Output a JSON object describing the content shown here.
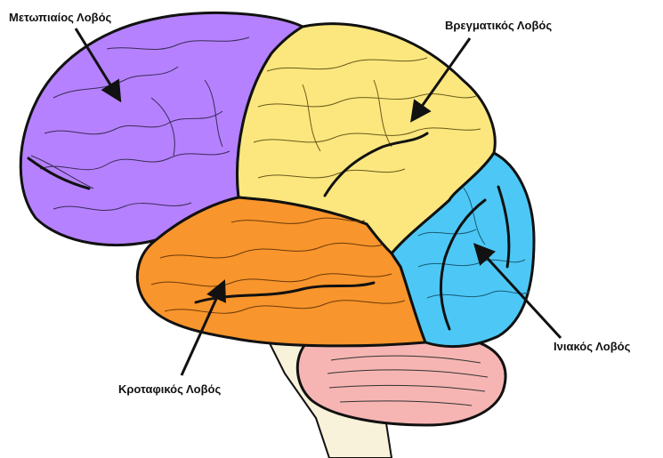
{
  "labels": {
    "frontal": "Μετωπιαίος Λοβός",
    "parietal": "Βρεγματικός Λοβός",
    "occipital": "Ινιακός Λοβός",
    "temporal": "Κροταφικός Λοβός"
  },
  "colors": {
    "frontal": "#b581ff",
    "parietal": "#fbe77e",
    "occipital": "#4dc8f6",
    "temporal": "#f8952c",
    "cerebellum": "#f6b5b3",
    "brainstem": "#f7f2d9",
    "outline": "#111111"
  }
}
